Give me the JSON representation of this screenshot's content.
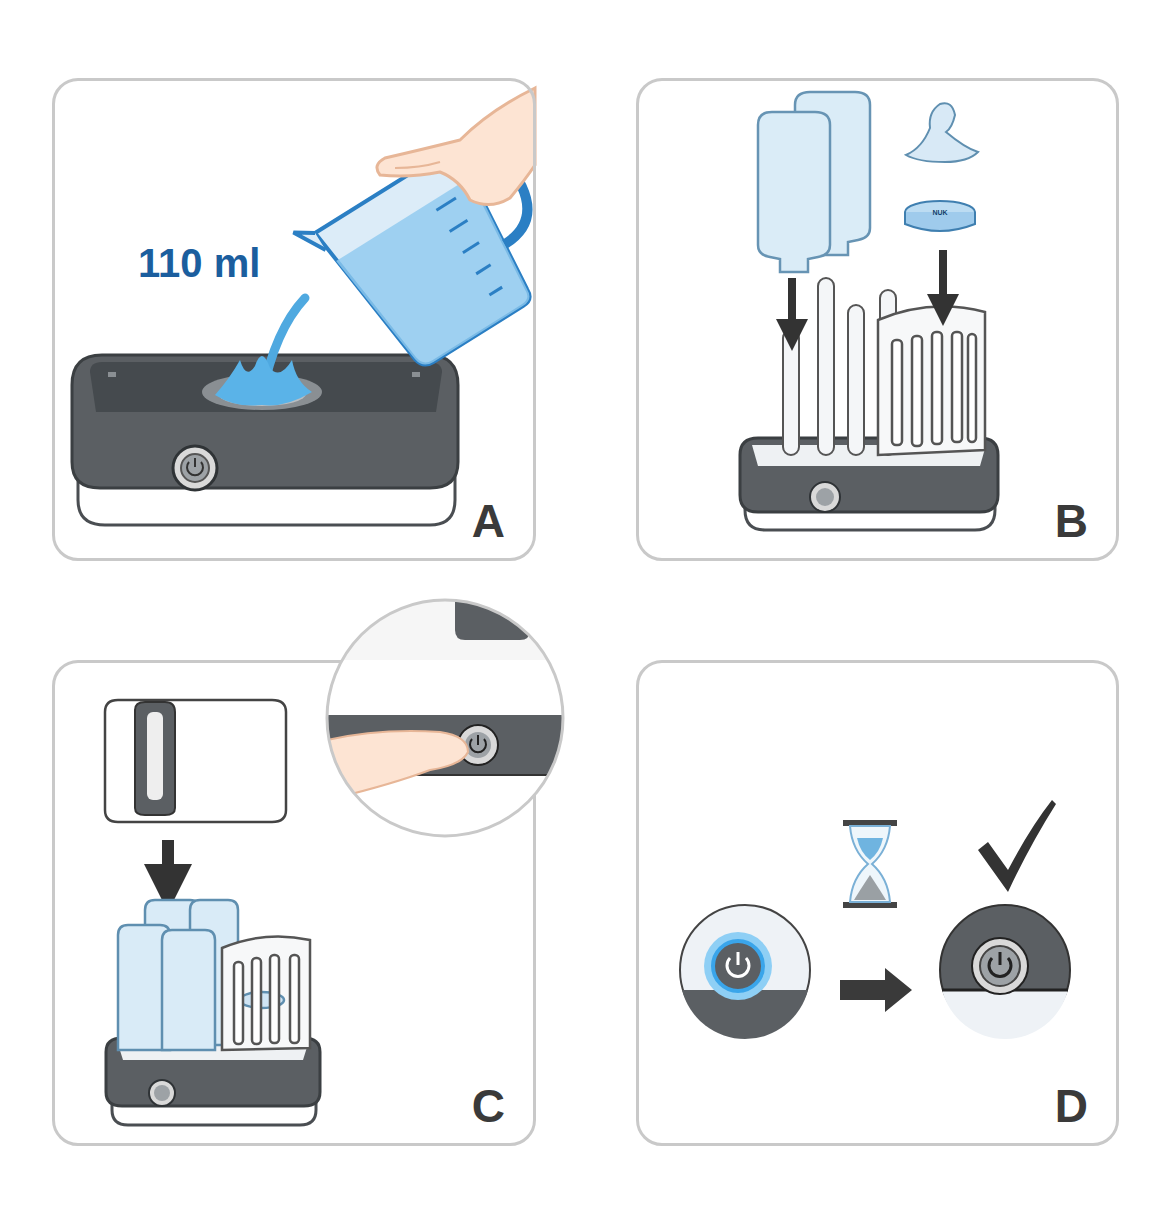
{
  "diagram": {
    "nodes": [
      {
        "text": [
          "A"
        ]
      },
      {
        "text": [
          "B"
        ]
      },
      {
        "text": [
          "C"
        ]
      },
      {
        "text": [
          "D"
        ]
      }
    ],
    "labels": [
      "110 ml",
      "NUK"
    ]
  }
}
